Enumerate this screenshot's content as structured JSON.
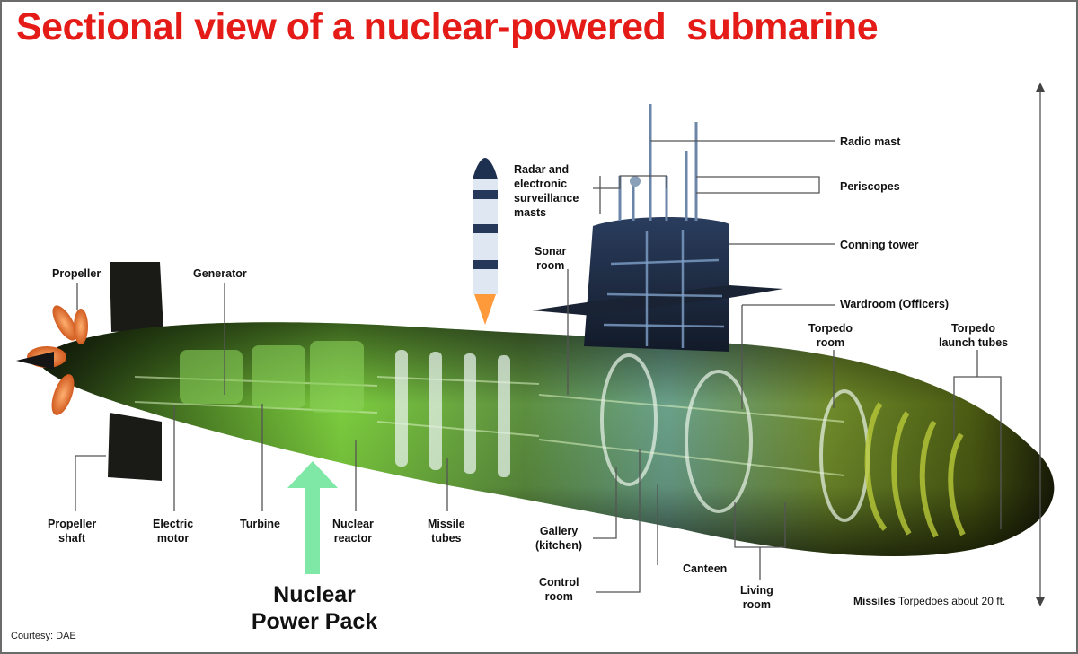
{
  "title": "Sectional view of a nuclear-powered  submarine",
  "labels": {
    "radio_mast": "Radio mast",
    "periscopes": "Periscopes",
    "radar_masts": "Radar and\nelectronic\nsurveillance\nmasts",
    "conning_tower": "Conning tower",
    "sonar_room": "Sonar\nroom",
    "wardroom": "Wardroom (Officers)",
    "torpedo_room": "Torpedo\nroom",
    "torpedo_launch_tubes": "Torpedo\nlaunch tubes",
    "propeller": "Propeller",
    "generator": "Generator",
    "propeller_shaft": "Propeller\nshaft",
    "electric_motor": "Electric\nmotor",
    "turbine": "Turbine",
    "nuclear_reactor": "Nuclear\nreactor",
    "missile_tubes": "Missile\ntubes",
    "gallery": "Gallery\n(kitchen)",
    "control_room": "Control\nroom",
    "canteen": "Canteen",
    "living_room": "Living\nroom"
  },
  "power_pack": "Nuclear\nPower Pack",
  "courtesy": "Courtesy: DAE",
  "scale": {
    "bold": "Missiles",
    "rest": " Torpedoes about 20 ft."
  },
  "colors": {
    "title": "#e41b17",
    "arrow": "#7fe8a6",
    "hull_green": "#6ec23a",
    "hull_dark": "#1d2b10",
    "tower": "#1c2a40",
    "propeller": "#e86a20"
  }
}
